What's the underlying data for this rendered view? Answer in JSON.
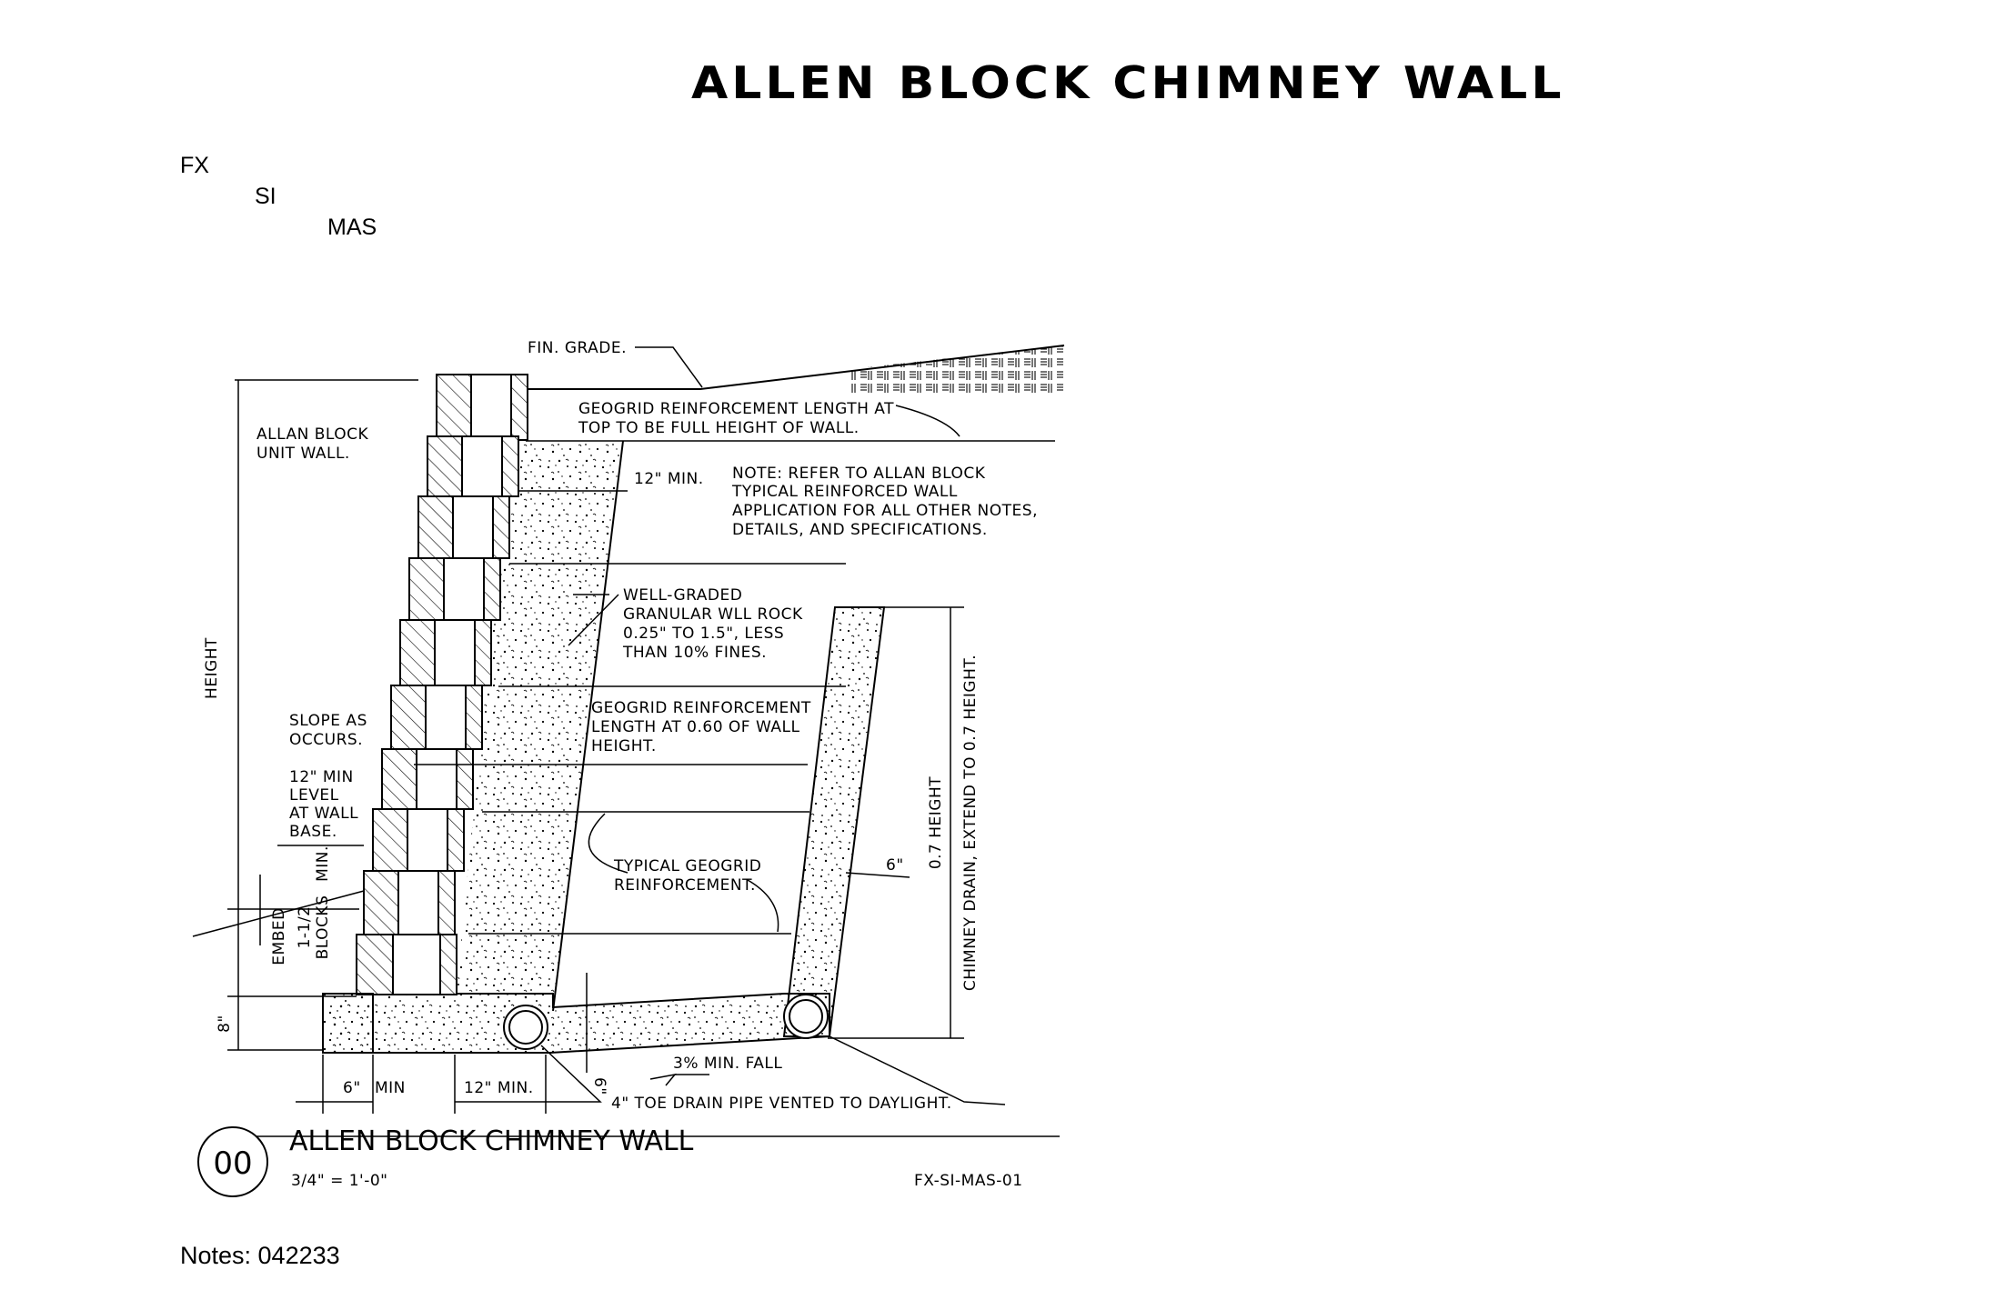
{
  "sheet": {
    "title": "ALLEN BLOCK CHIMNEY WALL",
    "codes": [
      "FX",
      "SI",
      "MAS"
    ],
    "notes": "Notes: 042233"
  },
  "detail": {
    "number": "00",
    "title": "ALLEN BLOCK CHIMNEY WALL",
    "scale": "3/4\" = 1'-0\"",
    "ref": "FX-SI-MAS-01"
  },
  "labels": {
    "fin_grade": "FIN. GRADE.",
    "geogrid_top": [
      "GEOGRID REINFORCEMENT LENGTH AT",
      "TOP TO BE FULL HEIGHT OF WALL."
    ],
    "allan_unit": [
      "ALLAN BLOCK",
      "UNIT WALL."
    ],
    "min12_top": "12\" MIN.",
    "note": [
      "NOTE:  REFER TO ALLAN BLOCK",
      "TYPICAL REINFORCED WALL",
      "APPLICATION FOR ALL OTHER NOTES,",
      "DETAILS, AND SPECIFICATIONS."
    ],
    "rock": [
      "WELL-GRADED",
      "GRANULAR WLL ROCK",
      "0.25\" TO 1.5\", LESS",
      "THAN 10% FINES."
    ],
    "geogrid_060": [
      "GEOGRID REINFORCEMENT",
      "LENGTH AT 0.60 OF WALL",
      "HEIGHT."
    ],
    "height": "HEIGHT",
    "slope": [
      "SLOPE AS",
      "OCCURS."
    ],
    "level": [
      "12\" MIN",
      "LEVEL",
      "AT WALL",
      "BASE."
    ],
    "typical_geogrid": [
      "TYPICAL GEOGRID",
      "REINFORCEMENT."
    ],
    "six_in_right": "6\"",
    "h07": "0.7 HEIGHT",
    "chimney": "CHIMNEY DRAIN, EXTEND TO 0.7 HEIGHT.",
    "embed": [
      "EMBED",
      "1-1/2",
      "BLOCKS",
      "MIN."
    ],
    "eight_in": "8\"",
    "six_min_a": "6\"",
    "six_min_b": "MIN",
    "twelve_min": "12\" MIN.",
    "six_in_drain": "6\"",
    "fall": "3% MIN. FALL",
    "toe_drain": "4\" TOE DRAIN PIPE VENTED TO DAYLIGHT."
  },
  "colors": {
    "ink": "#000000",
    "paper": "#ffffff"
  }
}
